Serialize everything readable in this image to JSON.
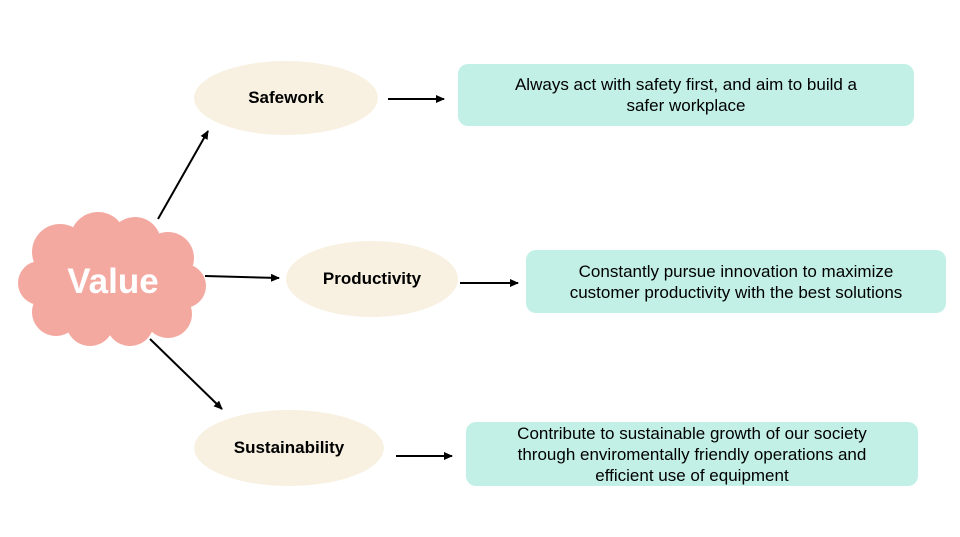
{
  "center": {
    "label": "Value",
    "color": "#f4a9a0"
  },
  "values": [
    {
      "title": "Safework",
      "description": "Always act with safety first, and aim to build a safer workplace",
      "description_lines": [
        "Always act with safety first, and aim to build a",
        "safer workplace"
      ]
    },
    {
      "title": "Productivity",
      "description": "Constantly pursue innovation to maximize customer productivity with the best solutions",
      "description_lines": [
        "Constantly pursue innovation to maximize",
        "customer productivity with the best solutions"
      ]
    },
    {
      "title": "Sustainability",
      "description": "Contribute to sustainable growth of our society through enviromentally friendly operations and efficient use of equipment",
      "description_lines": [
        "Contribute to sustainable growth of our society",
        "through enviromentally friendly operations and",
        "efficient use of equipment"
      ]
    }
  ],
  "colors": {
    "ellipse_fill": "#f8f1e2",
    "box_fill": "#c2f0e6",
    "cloud_fill": "#f4a9a0",
    "arrow": "#000000"
  }
}
